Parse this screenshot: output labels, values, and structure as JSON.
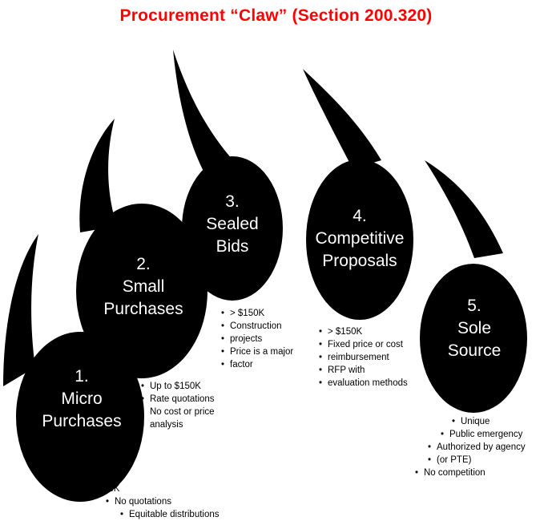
{
  "title": "Procurement “Claw” (Section 200.320)",
  "claws": [
    {
      "number": "1.",
      "line1": "Micro",
      "line2": "Purchases",
      "bullets": [
        "$3K",
        "No quotations",
        "Equitable distributions"
      ]
    },
    {
      "number": "2.",
      "line1": "Small",
      "line2": "Purchases",
      "bullets": [
        "Up to $150K",
        "Rate quotations",
        "No cost or price",
        "analysis"
      ]
    },
    {
      "number": "3.",
      "line1": "Sealed",
      "line2": "Bids",
      "bullets": [
        "> $150K",
        "Construction",
        "projects",
        "Price is a major",
        "factor"
      ]
    },
    {
      "number": "4.",
      "line1": "Competitive",
      "line2": "Proposals",
      "bullets": [
        "> $150K",
        "Fixed price or cost",
        "reimbursement",
        "RFP with",
        "evaluation methods"
      ]
    },
    {
      "number": "5.",
      "line1": "Sole",
      "line2": "Source",
      "bullets": [
        "Unique",
        "Public emergency",
        "Authorized  by agency",
        "(or PTE)",
        "No competition"
      ]
    }
  ]
}
